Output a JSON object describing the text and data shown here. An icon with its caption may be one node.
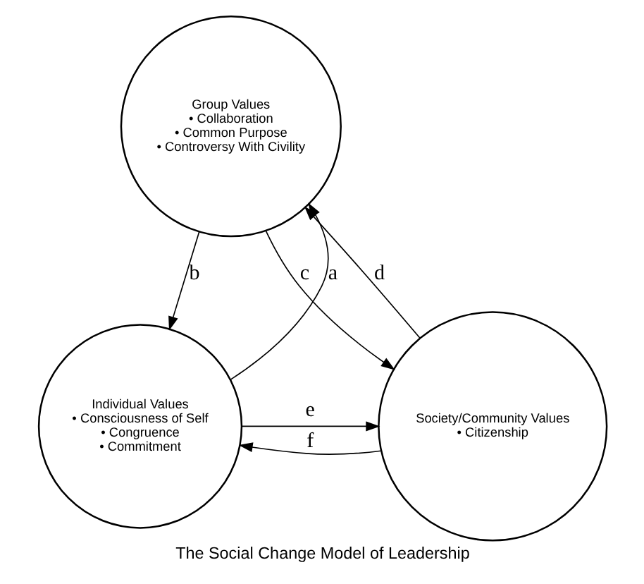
{
  "diagram": {
    "caption": "The Social Change Model of Leadership",
    "nodes": [
      {
        "text": [
          "Group Values",
          "• Collaboration",
          "• Common Purpose",
          "• Controversy With Civility"
        ]
      },
      {
        "text": [
          "Individual Values",
          "• Consciousness of Self",
          "• Congruence",
          "• Commitment"
        ]
      },
      {
        "text": [
          "Society/Community Values",
          "• Citizenship"
        ]
      }
    ],
    "edges": [
      {
        "from": 1,
        "to": 0,
        "arrow": "to",
        "label": "a"
      },
      {
        "from": 0,
        "to": 1,
        "arrow": "to",
        "label": "b"
      },
      {
        "from": 0,
        "to": 2,
        "arrow": "to",
        "label": "c"
      },
      {
        "from": 2,
        "to": 0,
        "arrow": "to",
        "label": "d"
      },
      {
        "from": 1,
        "to": 2,
        "arrow": "to",
        "label": "e"
      },
      {
        "from": 2,
        "to": 1,
        "arrow": "to",
        "label": "f"
      }
    ]
  }
}
